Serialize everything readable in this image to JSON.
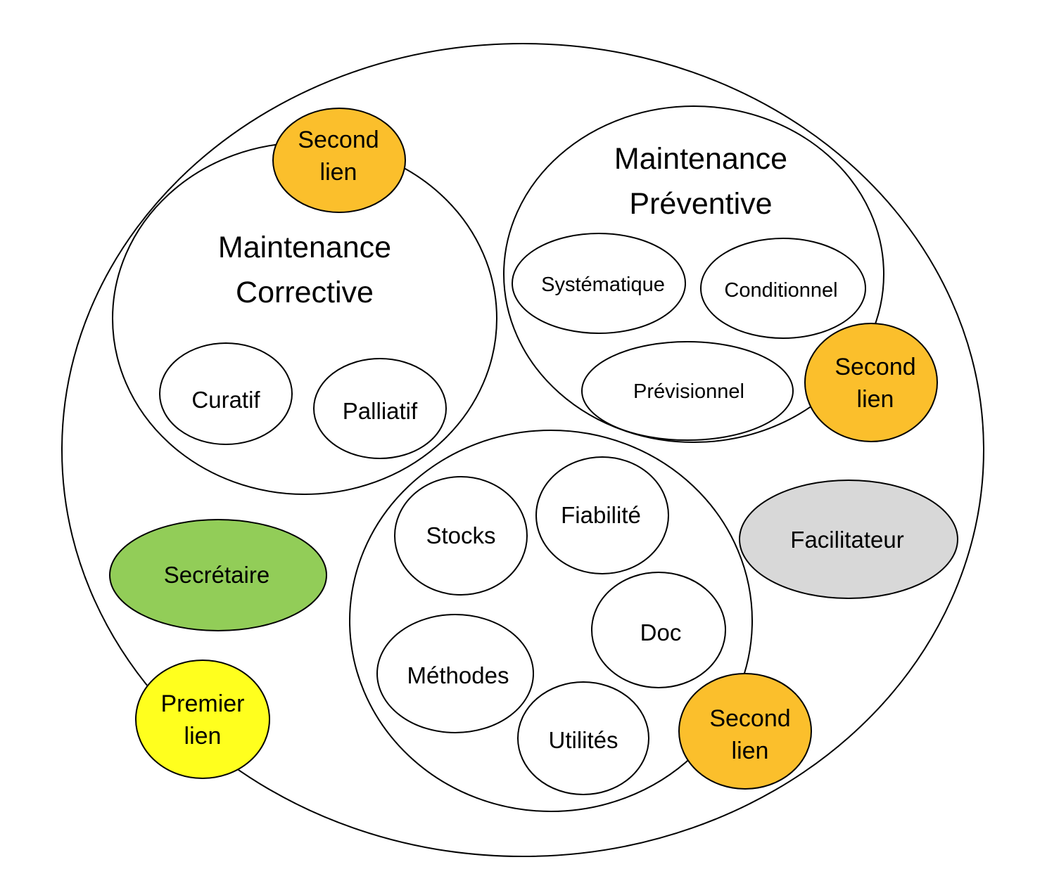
{
  "colors": {
    "background": "#ffffff",
    "outline": "#000000",
    "second_lien": "#FBBF2C",
    "premier_lien": "#FFFF1E",
    "secretaire": "#92CD58",
    "facilitateur": "#D8D8D8"
  },
  "corrective": {
    "title_line1": "Maintenance",
    "title_line2": "Corrective",
    "items": [
      "Curatif",
      "Palliatif"
    ]
  },
  "preventive": {
    "title_line1": "Maintenance",
    "title_line2": "Préventive",
    "items": [
      "Systématique",
      "Conditionnel",
      "Prévisionnel"
    ]
  },
  "support": {
    "items": [
      "Stocks",
      "Fiabilité",
      "Doc",
      "Méthodes",
      "Utilités"
    ]
  },
  "roles": {
    "second_lien": [
      "Second",
      "lien"
    ],
    "premier_lien": [
      "Premier",
      "lien"
    ],
    "secretaire": "Secrétaire",
    "facilitateur": "Facilitateur"
  }
}
